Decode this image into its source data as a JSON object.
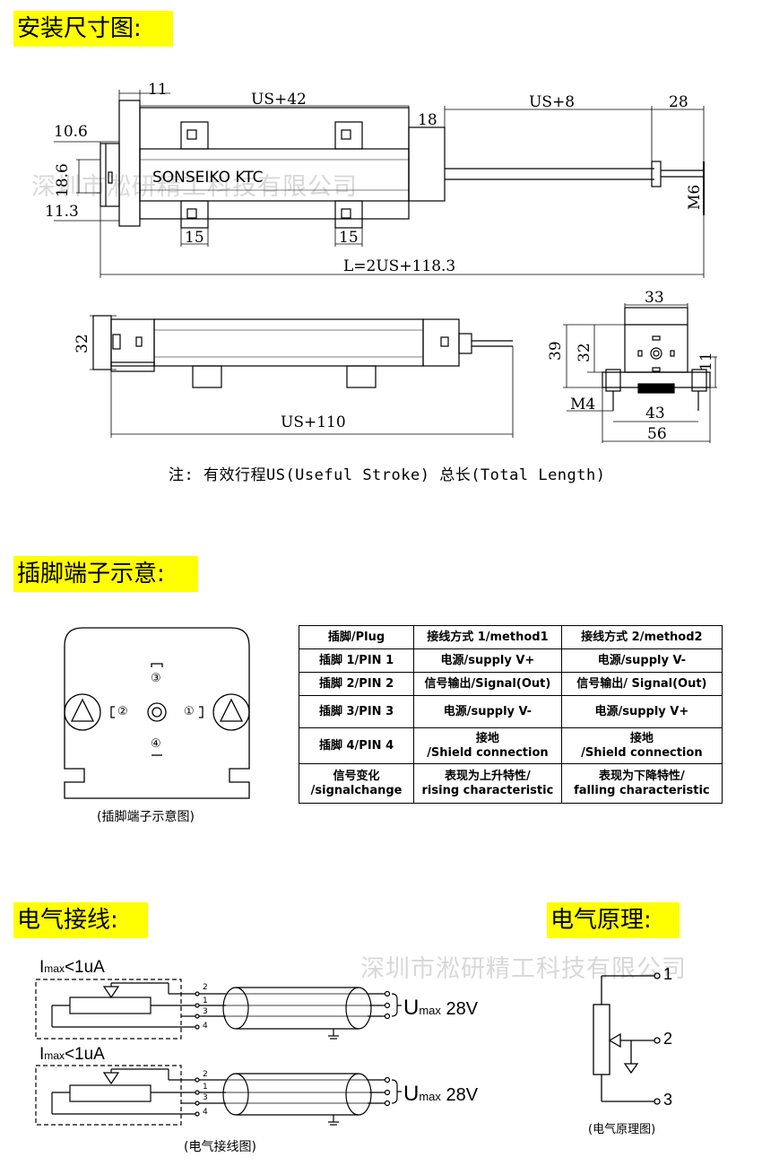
{
  "headers": {
    "install": "安装尺寸图:",
    "pins": "插脚端子示意:",
    "wiring": "电气接线:",
    "principle": "电气原理:"
  },
  "dims_top": {
    "d11": "11",
    "d_us42": "US+42",
    "d_us8": "US+8",
    "d28": "28",
    "d18": "18",
    "d10_6": "10.6",
    "d18_6": "18.6",
    "d11_3": "11.3",
    "d15a": "15",
    "d15b": "15",
    "dM6": "M6",
    "total": "L=2US+118.3",
    "brand": "SONSEIKO KTC"
  },
  "dims_side": {
    "d32": "32",
    "us110": "US+110"
  },
  "dims_end": {
    "d33": "33",
    "d39": "39",
    "d32": "32",
    "d11": "11",
    "dM4": "M4",
    "d43": "43",
    "d56": "56"
  },
  "note": "注: 有效行程US(Useful Stroke) 总长(Total Length)",
  "watermark": "深圳市淞研精工科技有限公司",
  "pin_diagram": {
    "n1": "①",
    "n2": "②",
    "n3": "③",
    "n4": "④",
    "caption": "(插脚端子示意图)"
  },
  "pin_table": {
    "rows": [
      [
        "插脚/Plug",
        "接线方式 1/method1",
        "接线方式 2/method2"
      ],
      [
        "插脚 1/PIN 1",
        "电源/supply    V+",
        "电源/supply    V-"
      ],
      [
        "插脚 2/PIN 2",
        "信号输出/Signal(Out)",
        "信号输出/ Signal(Out)"
      ],
      [
        "插脚 3/PIN 3",
        "电源/supply    V-",
        "电源/supply    V+"
      ],
      [
        "插脚 4/PIN 4",
        "接地\n/Shield      connection",
        "接地\n/Shield      connection"
      ],
      [
        "信号变化\n/signalchange",
        "表现为上升特性/\nrising characteristic",
        "表现为下降特性/\nfalling characteristic"
      ]
    ]
  },
  "wiring": {
    "imax1": "I",
    "imax1_sub": "max",
    "imax1_val": "<1uA",
    "imax2": "I",
    "imax2_sub": "max",
    "imax2_val": "<1uA",
    "u1": "U",
    "u1_sub": "max",
    "u1_val": " 28V",
    "u2": "U",
    "u2_sub": "max",
    "u2_val": " 28V",
    "t2": "2",
    "t1": "1",
    "t3": "3",
    "t4": "4",
    "caption": "(电气接线图)"
  },
  "principle": {
    "p1": "1",
    "p2": "2",
    "p3": "3",
    "caption": "(电气原理图)"
  }
}
